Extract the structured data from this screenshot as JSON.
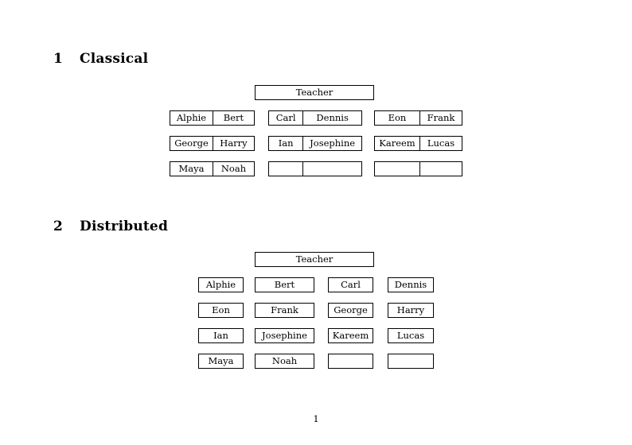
{
  "document": {
    "page_number": "1"
  },
  "sections": [
    {
      "number": "1",
      "title": "Classical",
      "teacher_label": "Teacher",
      "layout": "paired-cells",
      "groups": [
        {
          "name": "group-left",
          "rows": [
            {
              "cells": [
                "Alphie",
                "Bert"
              ]
            },
            {
              "cells": [
                "George",
                "Harry"
              ]
            },
            {
              "cells": [
                "Maya",
                "Noah"
              ]
            }
          ]
        },
        {
          "name": "group-middle",
          "rows": [
            {
              "cells": [
                "Carl",
                "Dennis"
              ]
            },
            {
              "cells": [
                "Ian",
                "Josephine"
              ]
            },
            {
              "cells": [
                "",
                ""
              ]
            }
          ]
        },
        {
          "name": "group-right",
          "rows": [
            {
              "cells": [
                "Eon",
                "Frank"
              ]
            },
            {
              "cells": [
                "Kareem",
                "Lucas"
              ]
            },
            {
              "cells": [
                "",
                ""
              ]
            }
          ]
        }
      ]
    },
    {
      "number": "2",
      "title": "Distributed",
      "teacher_label": "Teacher",
      "layout": "individual-boxes",
      "rows": [
        {
          "cells": [
            "Alphie",
            "Bert",
            "Carl",
            "Dennis"
          ]
        },
        {
          "cells": [
            "Eon",
            "Frank",
            "George",
            "Harry"
          ]
        },
        {
          "cells": [
            "Ian",
            "Josephine",
            "Kareem",
            "Lucas"
          ]
        },
        {
          "cells": [
            "Maya",
            "Noah",
            "",
            ""
          ]
        }
      ]
    }
  ],
  "colors": {
    "page_background": "#ffffff",
    "text": "#000000",
    "box_border": "#000000"
  }
}
